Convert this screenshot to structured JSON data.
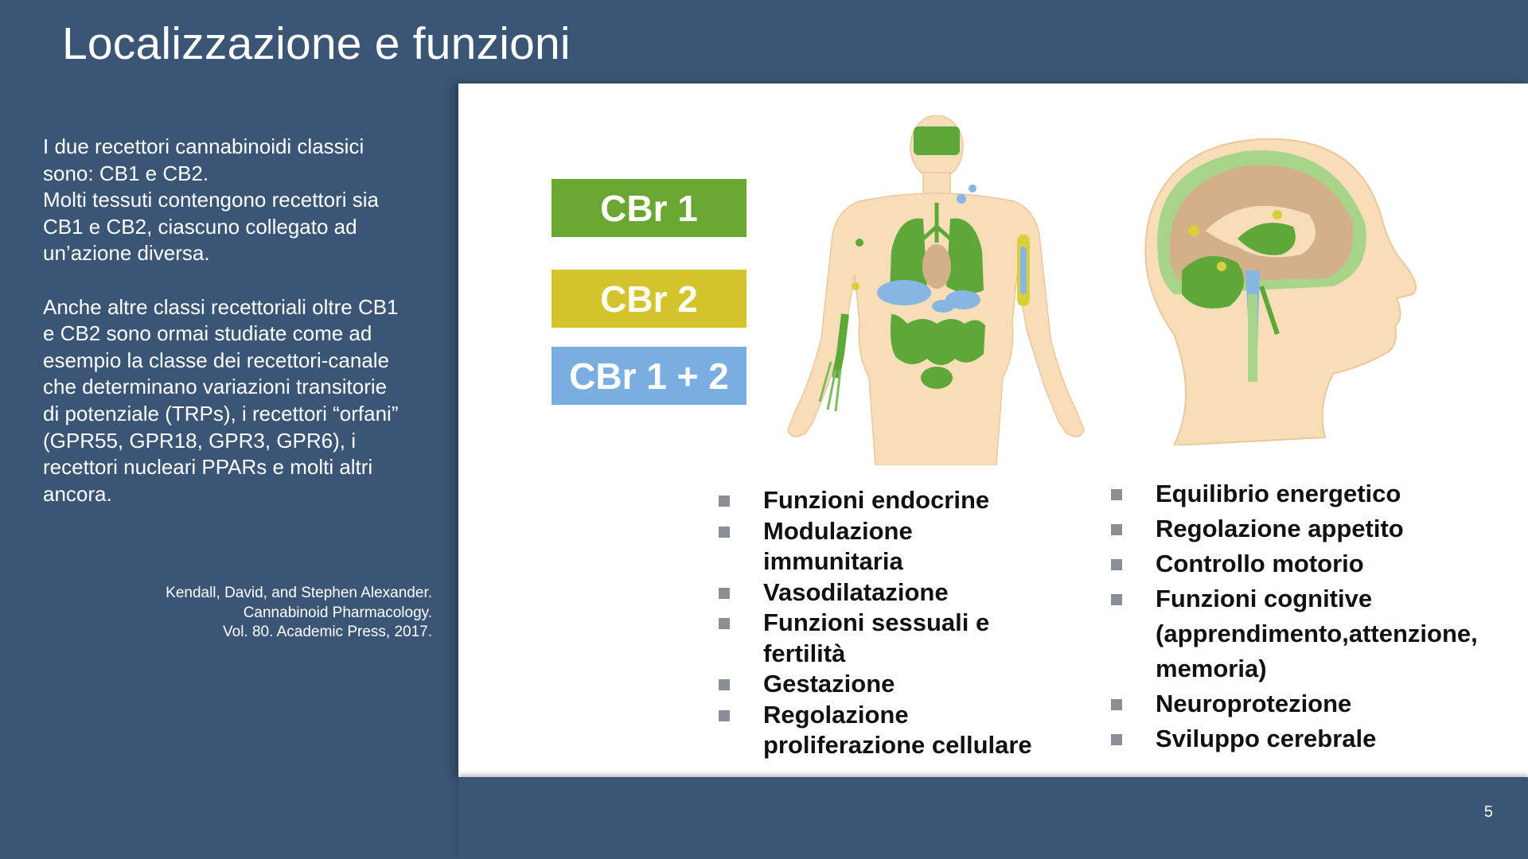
{
  "slide": {
    "title": "Localizzazione e funzioni",
    "page_number": "5"
  },
  "left_panel": {
    "paragraph_1": [
      "I due recettori cannabinoidi classici",
      "sono: CB1 e CB2.",
      "Molti tessuti contengono recettori sia",
      "CB1 e CB2, ciascuno collegato ad",
      "un’azione diversa."
    ],
    "paragraph_2": [
      "Anche altre classi recettoriali oltre CB1",
      "e CB2 sono ormai studiate come ad",
      "esempio la classe dei recettori-canale",
      "che determinano variazioni transitorie",
      "di potenziale (TRPs), i recettori “orfani”",
      "(GPR55, GPR18, GPR3, GPR6), i",
      "recettori nucleari PPARs e molti altri",
      "ancora."
    ],
    "citation": [
      "Kendall, David, and Stephen Alexander.",
      "Cannabinoid Pharmacology.",
      "Vol. 80. Academic Press, 2017."
    ]
  },
  "legend": [
    {
      "label": "CBr 1",
      "color": "#6aa632"
    },
    {
      "label": "CBr 2",
      "color": "#d2c42a"
    },
    {
      "label": "CBr 1 + 2",
      "color": "#7aade0"
    }
  ],
  "body_functions": [
    "Funzioni endocrine",
    "Modulazione immunitaria",
    "Vasodilatazione",
    "Funzioni sessuali e fertilità",
    "Gestazione",
    "Regolazione proliferazione cellulare"
  ],
  "brain_functions": [
    "Equilibrio energetico",
    "Regolazione appetito",
    "Controllo motorio",
    "Funzioni cognitive (apprendimento,attenzione, memoria)",
    "Neuroprotezione",
    "Sviluppo cerebrale"
  ],
  "colors": {
    "background": "#3b5574",
    "skin": "#f8deb8",
    "cb1_green": "#5ea83a",
    "cb2_yellow": "#d9cf3a",
    "cb12_blue": "#86b6e2",
    "tan": "#d2b08a"
  },
  "figure": {
    "body_icon": "human-body-receptor-map",
    "head_icon": "brain-receptor-map"
  }
}
